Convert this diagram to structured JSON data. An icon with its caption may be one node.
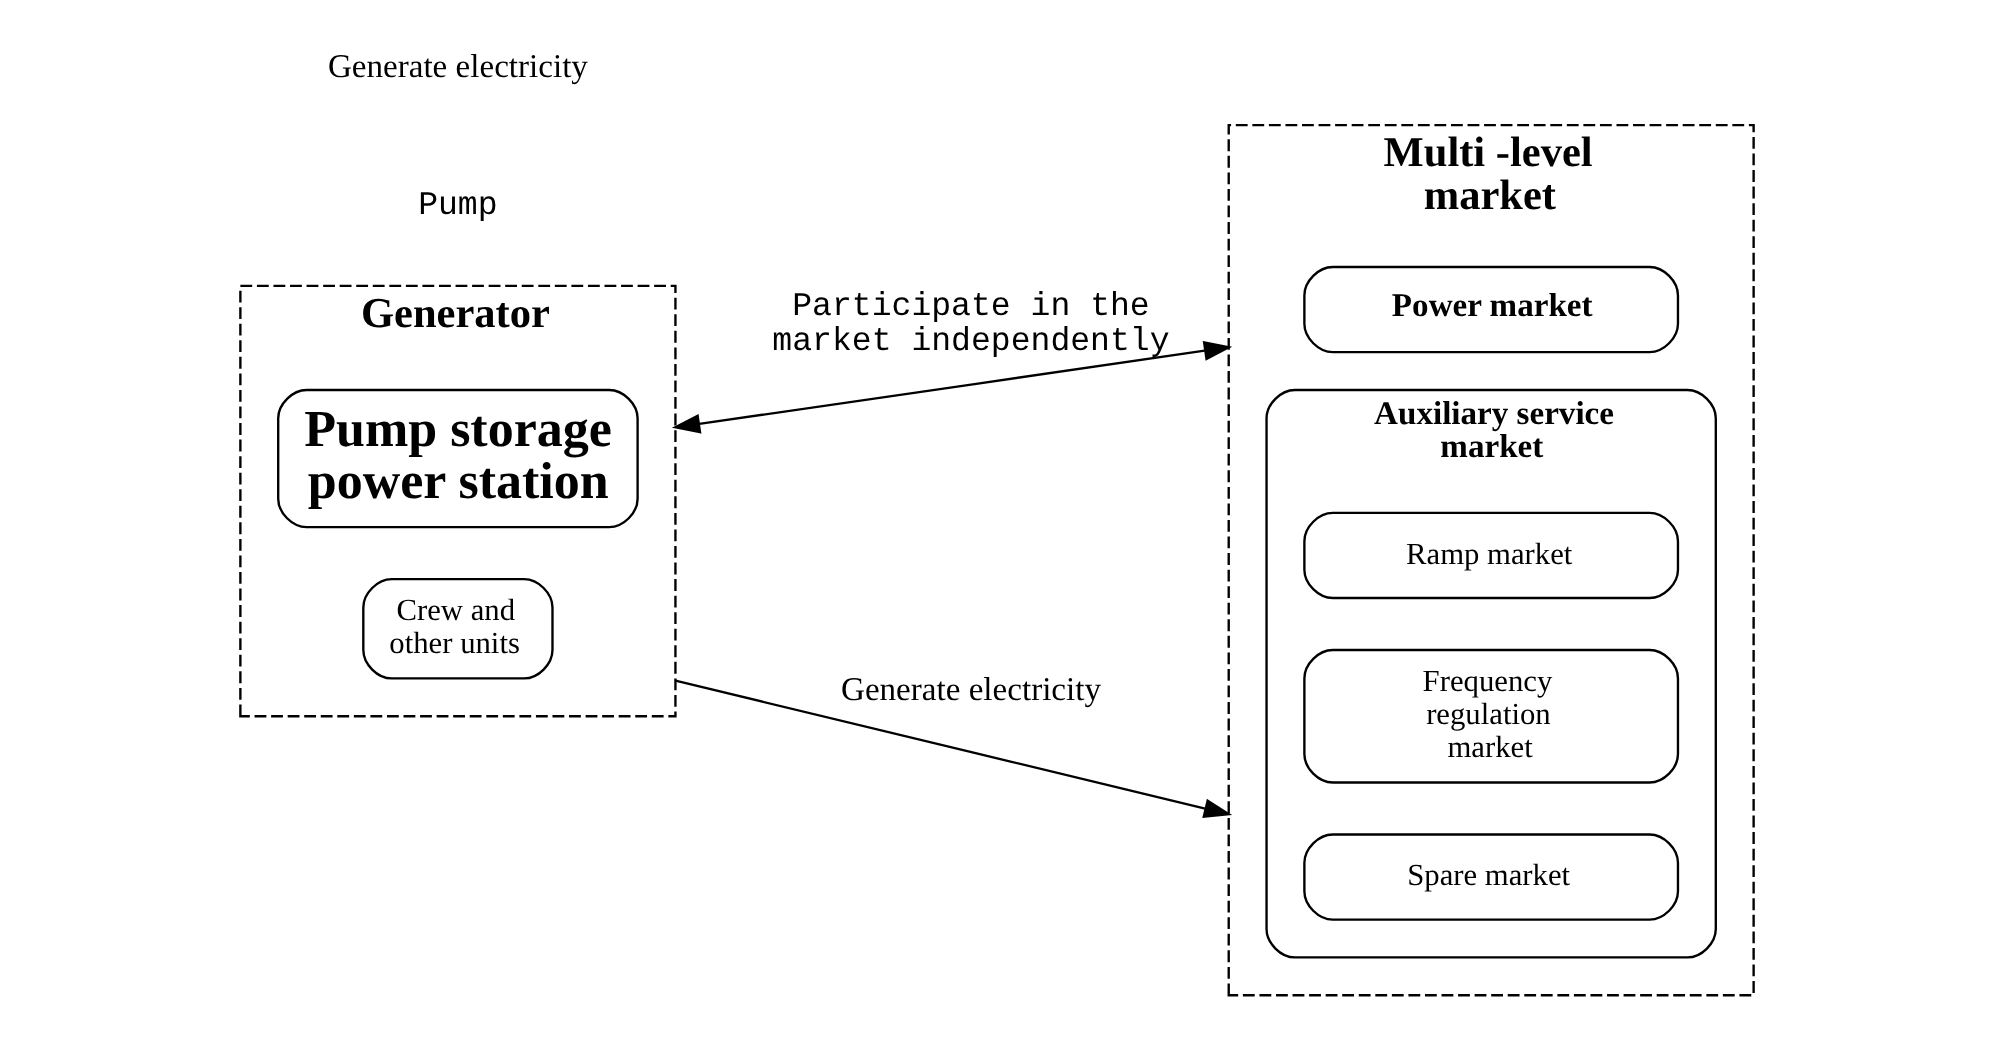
{
  "diagram": {
    "nodes": [
      {
        "text": [
          "Generator"
        ]
      },
      {
        "text": [
          "Pump storage power station"
        ],
        "in": 0
      },
      {
        "text": [
          "Crew and other units"
        ],
        "in": 0
      },
      {
        "text": [
          "Multi -level market"
        ]
      },
      {
        "text": [
          "Power market"
        ],
        "in": 3
      },
      {
        "text": [
          "Auxiliary service market"
        ],
        "in": 3
      },
      {
        "text": [
          "Ramp market"
        ],
        "in": 5
      },
      {
        "text": [
          "Frequency regulation market"
        ],
        "in": 5
      },
      {
        "text": [
          "Spare market"
        ],
        "in": 5
      }
    ],
    "edges": [
      {
        "from": 0,
        "to": 3,
        "arrow": "both",
        "label": "Participate in the market independently"
      },
      {
        "from": 0,
        "to": 3,
        "arrow": "to",
        "label": "Generate electricity"
      }
    ],
    "labels": [
      "Pump",
      "Generate electricity"
    ]
  }
}
